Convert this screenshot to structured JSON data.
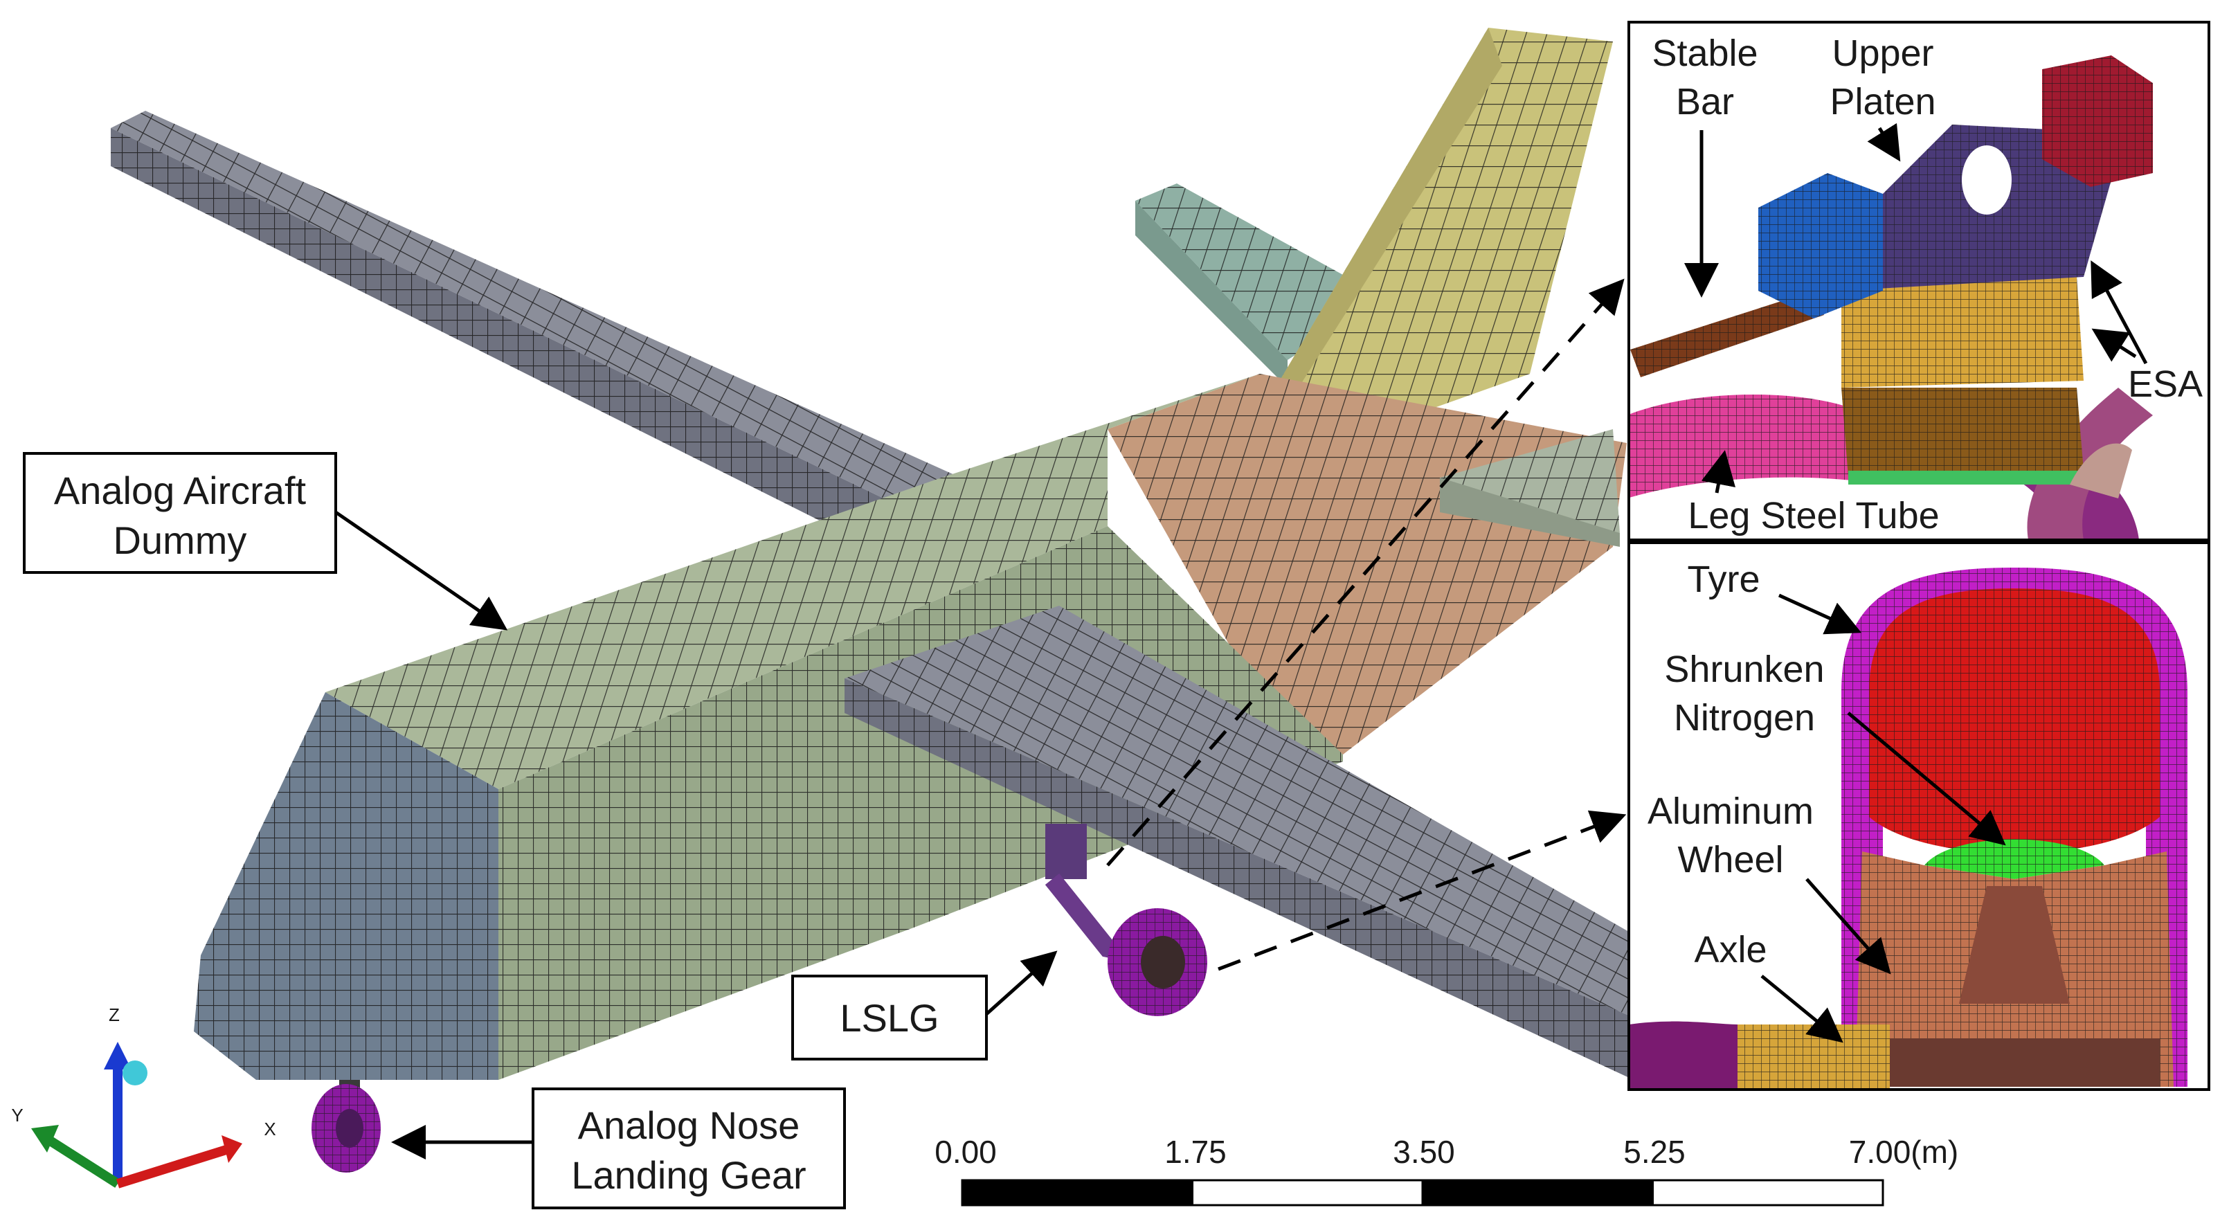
{
  "callouts": {
    "aircraft": [
      "Analog Aircraft",
      "Dummy"
    ],
    "lslg": "LSLG",
    "nose_gear": [
      "Analog Nose",
      "Landing Gear"
    ]
  },
  "inset_top": {
    "stable_bar": [
      "Stable",
      "Bar"
    ],
    "upper_platen": [
      "Upper",
      "Platen"
    ],
    "esa": "ESA",
    "leg_steel_tube": "Leg Steel Tube"
  },
  "inset_bottom": {
    "tyre": "Tyre",
    "shrunken_nitrogen": [
      "Shrunken",
      "Nitrogen"
    ],
    "aluminum_wheel": [
      "Aluminum",
      "Wheel"
    ],
    "axle": "Axle"
  },
  "scale_bar": {
    "ticks": [
      "0.00",
      "1.75",
      "3.50",
      "5.25",
      "7.00(m)"
    ]
  },
  "axes": {
    "z": "Z",
    "y": "Y",
    "x": "X"
  },
  "colors": {
    "wing": "#8b8e9a",
    "fuselage_front": "#98a8a0",
    "nose": "#6f7f91",
    "tail_section": "#c59a7c",
    "vertical_fin": "#c9c27a",
    "h_stabilizer": "#8fb0a4",
    "tyre": "#c21fc7",
    "tire_inner": "#d81818",
    "nitrogen": "#33dd33",
    "wheel": "#c27350",
    "axle": "#d6a53a",
    "platen": "#4a3a78",
    "esa": "#c08a2a",
    "leg_tube": "#e0409a",
    "stable_bar": "#7a3a1a",
    "blue_block": "#2060c0",
    "red_block": "#a01a30"
  }
}
